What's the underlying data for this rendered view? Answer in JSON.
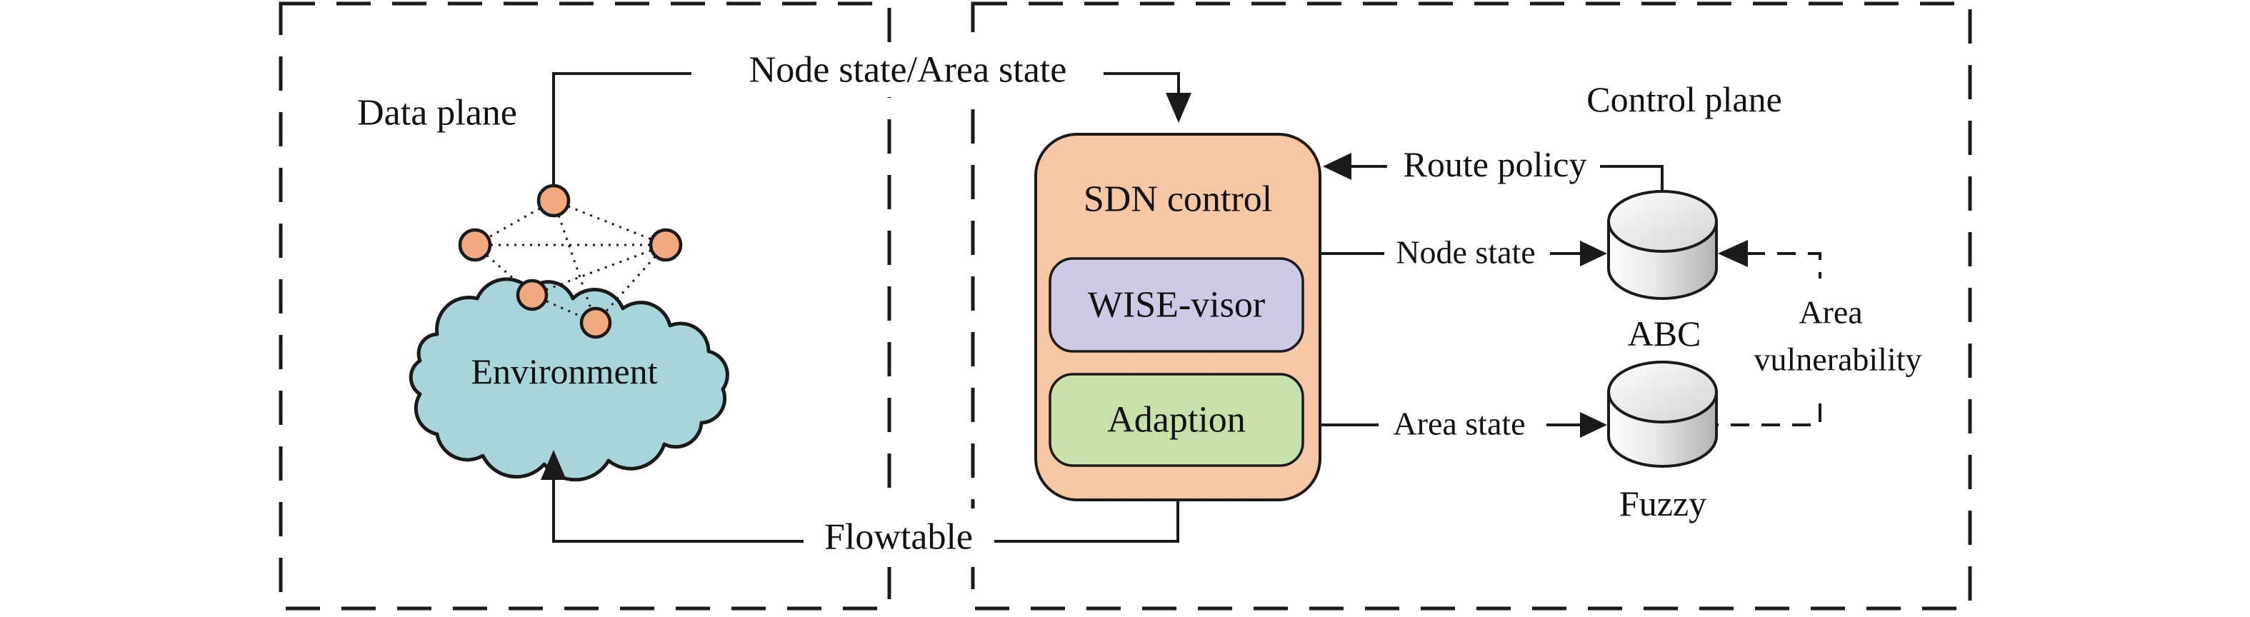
{
  "labels": {
    "data_plane": "Data plane",
    "control_plane": "Control plane",
    "node_area_state": "Node state/Area state",
    "environment": "Environment",
    "flowtable": "Flowtable",
    "sdn_control": "SDN control",
    "wise_visor": "WISE-visor",
    "adaption": "Adaption",
    "route_policy": "Route policy",
    "node_state": "Node state",
    "area_state": "Area state",
    "abc": "ABC",
    "fuzzy": "Fuzzy",
    "area_vuln_line1": "Area",
    "area_vuln_line2": "vulnerability"
  },
  "colors": {
    "line": "#1a1a1a",
    "node_fill": "#F2A97F",
    "cloud_fill": "#A7D5DA",
    "sdn_fill": "#F5C7A3",
    "wise_fill": "#CFC9E5",
    "adaption_fill": "#C8E0A9"
  }
}
